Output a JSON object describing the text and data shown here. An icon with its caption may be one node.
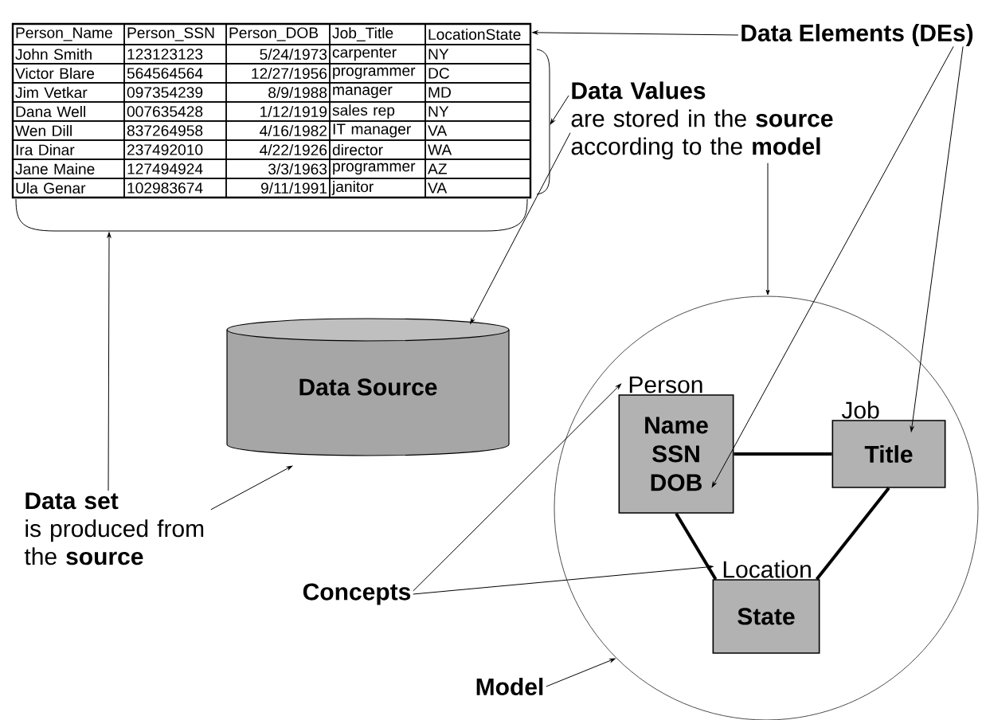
{
  "diagram": {
    "nodes": [
      {
        "text": [],
        "shape": "box"
      },
      {
        "text": [
          "Data Elements (DEs)"
        ]
      },
      {
        "text": [
          "Data Values",
          "are stored in the **source** according to the **model**"
        ]
      },
      {
        "text": [
          "Data Source"
        ]
      },
      {
        "text": [
          "Data set",
          "is produced from the **source**"
        ]
      },
      {
        "text": [],
        "shape": "circle"
      },
      {
        "text": [
          "Model"
        ]
      },
      {
        "text": [
          "Person",
          "Name SSN DOB"
        ],
        "in": 5
      },
      {
        "text": [
          "Job",
          "Title"
        ],
        "in": 5
      },
      {
        "text": [
          "Location",
          "State"
        ],
        "in": 5
      },
      {
        "text": [
          "Concepts"
        ]
      },
      {
        "text": [],
        "shape": "bracket"
      },
      {
        "text": [],
        "shape": "bracket"
      }
    ],
    "edges": [
      {
        "from": 1,
        "to": 0,
        "arrow": "to"
      },
      {
        "from": 1,
        "to": 7,
        "arrow": "to"
      },
      {
        "from": 1,
        "to": 8,
        "arrow": "to"
      },
      {
        "from": 2,
        "to": 12,
        "arrow": "to"
      },
      {
        "from": 2,
        "to": 3,
        "arrow": "to"
      },
      {
        "from": 2,
        "to": 5,
        "arrow": "to"
      },
      {
        "from": 4,
        "to": 11,
        "arrow": "to"
      },
      {
        "from": 4,
        "to": 3,
        "arrow": "to"
      },
      {
        "from": 6,
        "to": 5,
        "arrow": "to"
      },
      {
        "from": 10,
        "to": 7,
        "arrow": "to"
      },
      {
        "from": 10,
        "to": 9,
        "arrow": "to"
      },
      {
        "from": 7,
        "to": 8,
        "arrow": "none",
        "style": "thick"
      },
      {
        "from": 7,
        "to": 9,
        "arrow": "none",
        "style": "thick"
      },
      {
        "from": 8,
        "to": 9,
        "arrow": "none",
        "style": "thick"
      }
    ],
    "labels": [
      "Person_Name",
      "Person_SSN",
      "Person_DOB",
      "Job_Title",
      "LocationState",
      "John Smith",
      "123123123",
      "5/24/1973",
      "carpenter",
      "NY",
      "Victor Blare",
      "564564564",
      "12/27/1956",
      "programmer",
      "DC",
      "Jim Vetkar",
      "097354239",
      "8/9/1988",
      "manager",
      "MD",
      "Dana Well",
      "007635428",
      "1/12/1919",
      "sales rep",
      "NY",
      "Wen Dill",
      "837264958",
      "4/16/1982",
      "IT manager",
      "VA",
      "Ira Dinar",
      "237492010",
      "4/22/1926",
      "director",
      "WA",
      "Jane Maine",
      "127494924",
      "3/3/1963",
      "programmer",
      "AZ",
      "Ula Genar",
      "102983674",
      "9/11/1991",
      "janitor",
      "VA"
    ]
  }
}
